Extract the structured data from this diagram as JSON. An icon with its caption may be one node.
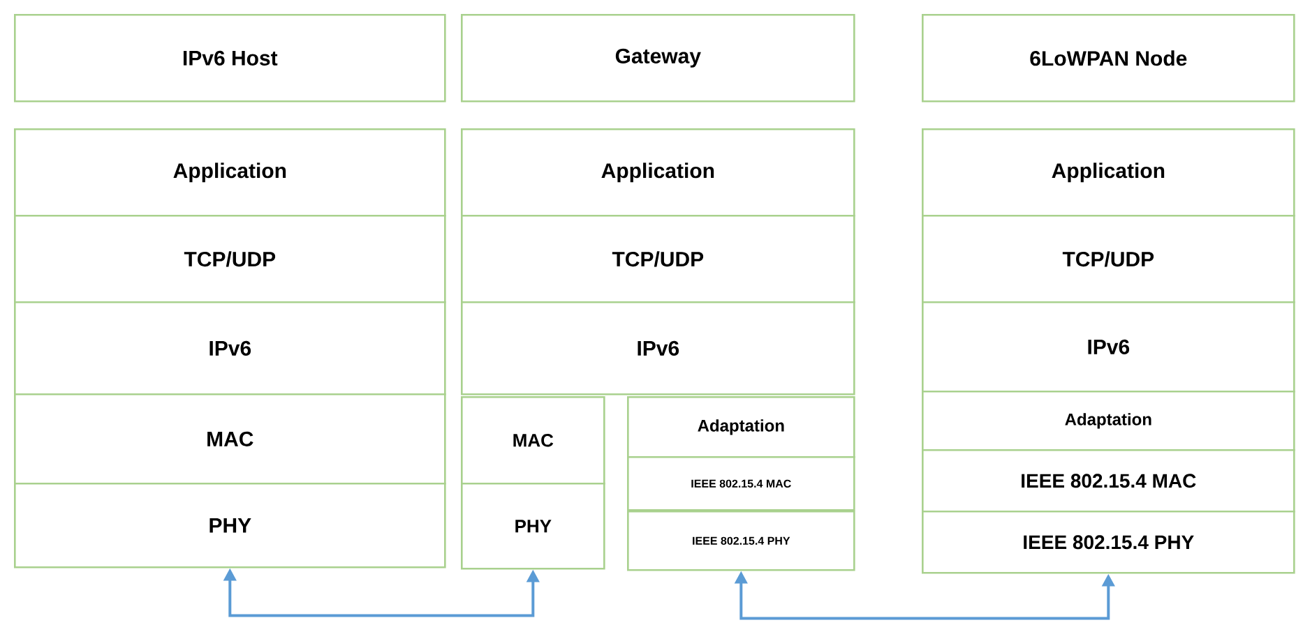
{
  "diagram": {
    "nodes": [
      {
        "text": [
          "IPv6 Host"
        ]
      },
      {
        "text": [
          "Application"
        ]
      },
      {
        "text": [
          "TCP/UDP"
        ]
      },
      {
        "text": [
          "IPv6"
        ]
      },
      {
        "text": [
          "MAC"
        ]
      },
      {
        "text": [
          "PHY"
        ]
      },
      {
        "text": [
          "Gateway"
        ]
      },
      {
        "text": [
          "Application"
        ]
      },
      {
        "text": [
          "TCP/UDP"
        ]
      },
      {
        "text": [
          "IPv6"
        ]
      },
      {
        "text": [
          "MAC"
        ]
      },
      {
        "text": [
          "PHY"
        ]
      },
      {
        "text": [
          "Adaptation"
        ]
      },
      {
        "text": [
          "IEEE 802.15.4 MAC"
        ]
      },
      {
        "text": [
          "IEEE 802.15.4 PHY"
        ]
      },
      {
        "text": [
          "6LoWPAN Node"
        ]
      },
      {
        "text": [
          "Application"
        ]
      },
      {
        "text": [
          "TCP/UDP"
        ]
      },
      {
        "text": [
          "IPv6"
        ]
      },
      {
        "text": [
          "Adaptation"
        ]
      },
      {
        "text": [
          "IEEE 802.15.4 MAC"
        ]
      },
      {
        "text": [
          "IEEE 802.15.4 PHY"
        ]
      }
    ],
    "edges": [
      {
        "from": 5,
        "to": 11,
        "arrow": "both"
      },
      {
        "from": 14,
        "to": 21,
        "arrow": "both"
      }
    ]
  }
}
